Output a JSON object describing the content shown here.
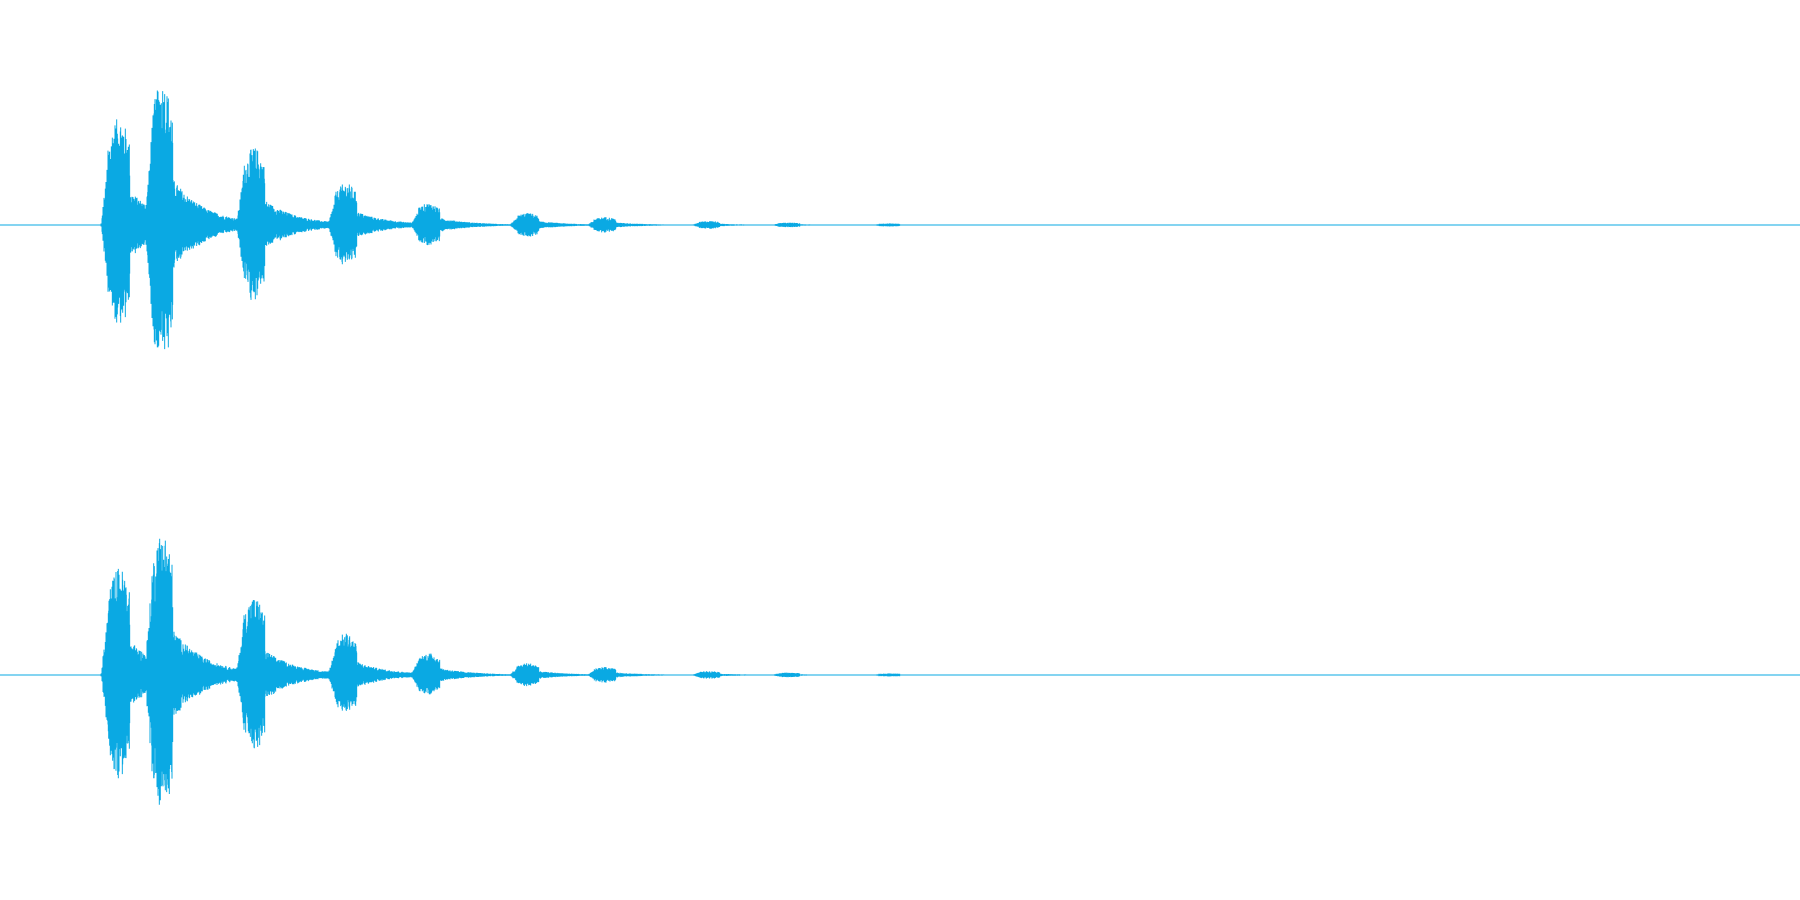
{
  "waveform": {
    "color": "#0aa9e3",
    "background": "#ffffff",
    "channel_count": 2,
    "channels": [
      {
        "id": "left"
      },
      {
        "id": "right"
      }
    ],
    "bursts": [
      {
        "onset": 0.06,
        "peak": 0.54
      },
      {
        "onset": 0.084,
        "peak": 0.72
      },
      {
        "onset": 0.135,
        "peak": 0.39
      },
      {
        "onset": 0.186,
        "peak": 0.21
      },
      {
        "onset": 0.232,
        "peak": 0.11
      },
      {
        "onset": 0.287,
        "peak": 0.06
      },
      {
        "onset": 0.33,
        "peak": 0.04
      },
      {
        "onset": 0.388,
        "peak": 0.02
      },
      {
        "onset": 0.432,
        "peak": 0.012
      },
      {
        "onset": 0.488,
        "peak": 0.008
      }
    ],
    "decay_tail": 0.07
  }
}
